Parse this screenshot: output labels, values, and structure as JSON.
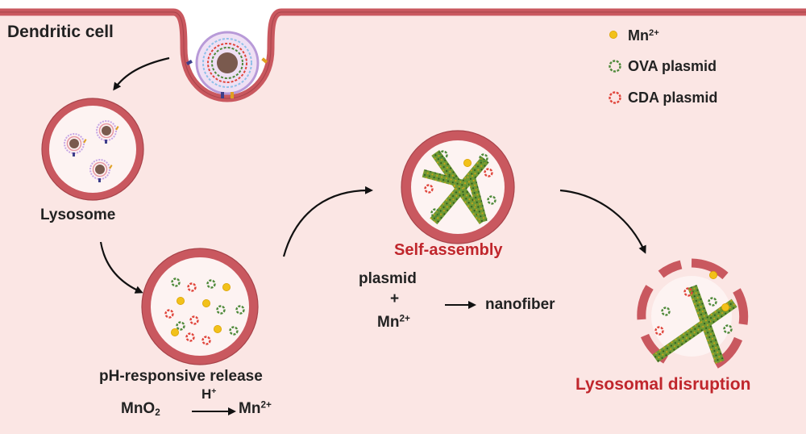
{
  "cell_label": "Dendritic cell",
  "legend": {
    "mn_label": "Mn",
    "mn_charge": "2+",
    "ova_label": "OVA plasmid",
    "cda_label": "CDA plasmid"
  },
  "lysosome_label": "Lysosome",
  "release_label": "pH-responsive release",
  "reaction": {
    "reactant": "MnO",
    "reactant_sub": "2",
    "catalyst": "H",
    "catalyst_sup": "+",
    "product": "Mn",
    "product_sup": "2+"
  },
  "self_assembly_label": "Self-assembly",
  "assembly_eq": {
    "plasmid": "plasmid",
    "plus": "+",
    "mn": "Mn",
    "mn_sup": "2+",
    "nanofiber": "nanofiber"
  },
  "disruption_label": "Lysosomal disruption",
  "colors": {
    "background": "#fbe6e4",
    "membrane": "#c9585f",
    "membrane_outline": "#a8434a",
    "mn_ion": "#f2c11a",
    "ova_plasmid": "#4e8a3a",
    "cda_plasmid": "#e0453b",
    "label_red": "#c0262c",
    "nanofiber": "#5a8a2e"
  },
  "icons": [
    "mn-ion-icon",
    "ova-plasmid-icon",
    "cda-plasmid-icon",
    "nanofiber-icon",
    "arrow-icon"
  ]
}
